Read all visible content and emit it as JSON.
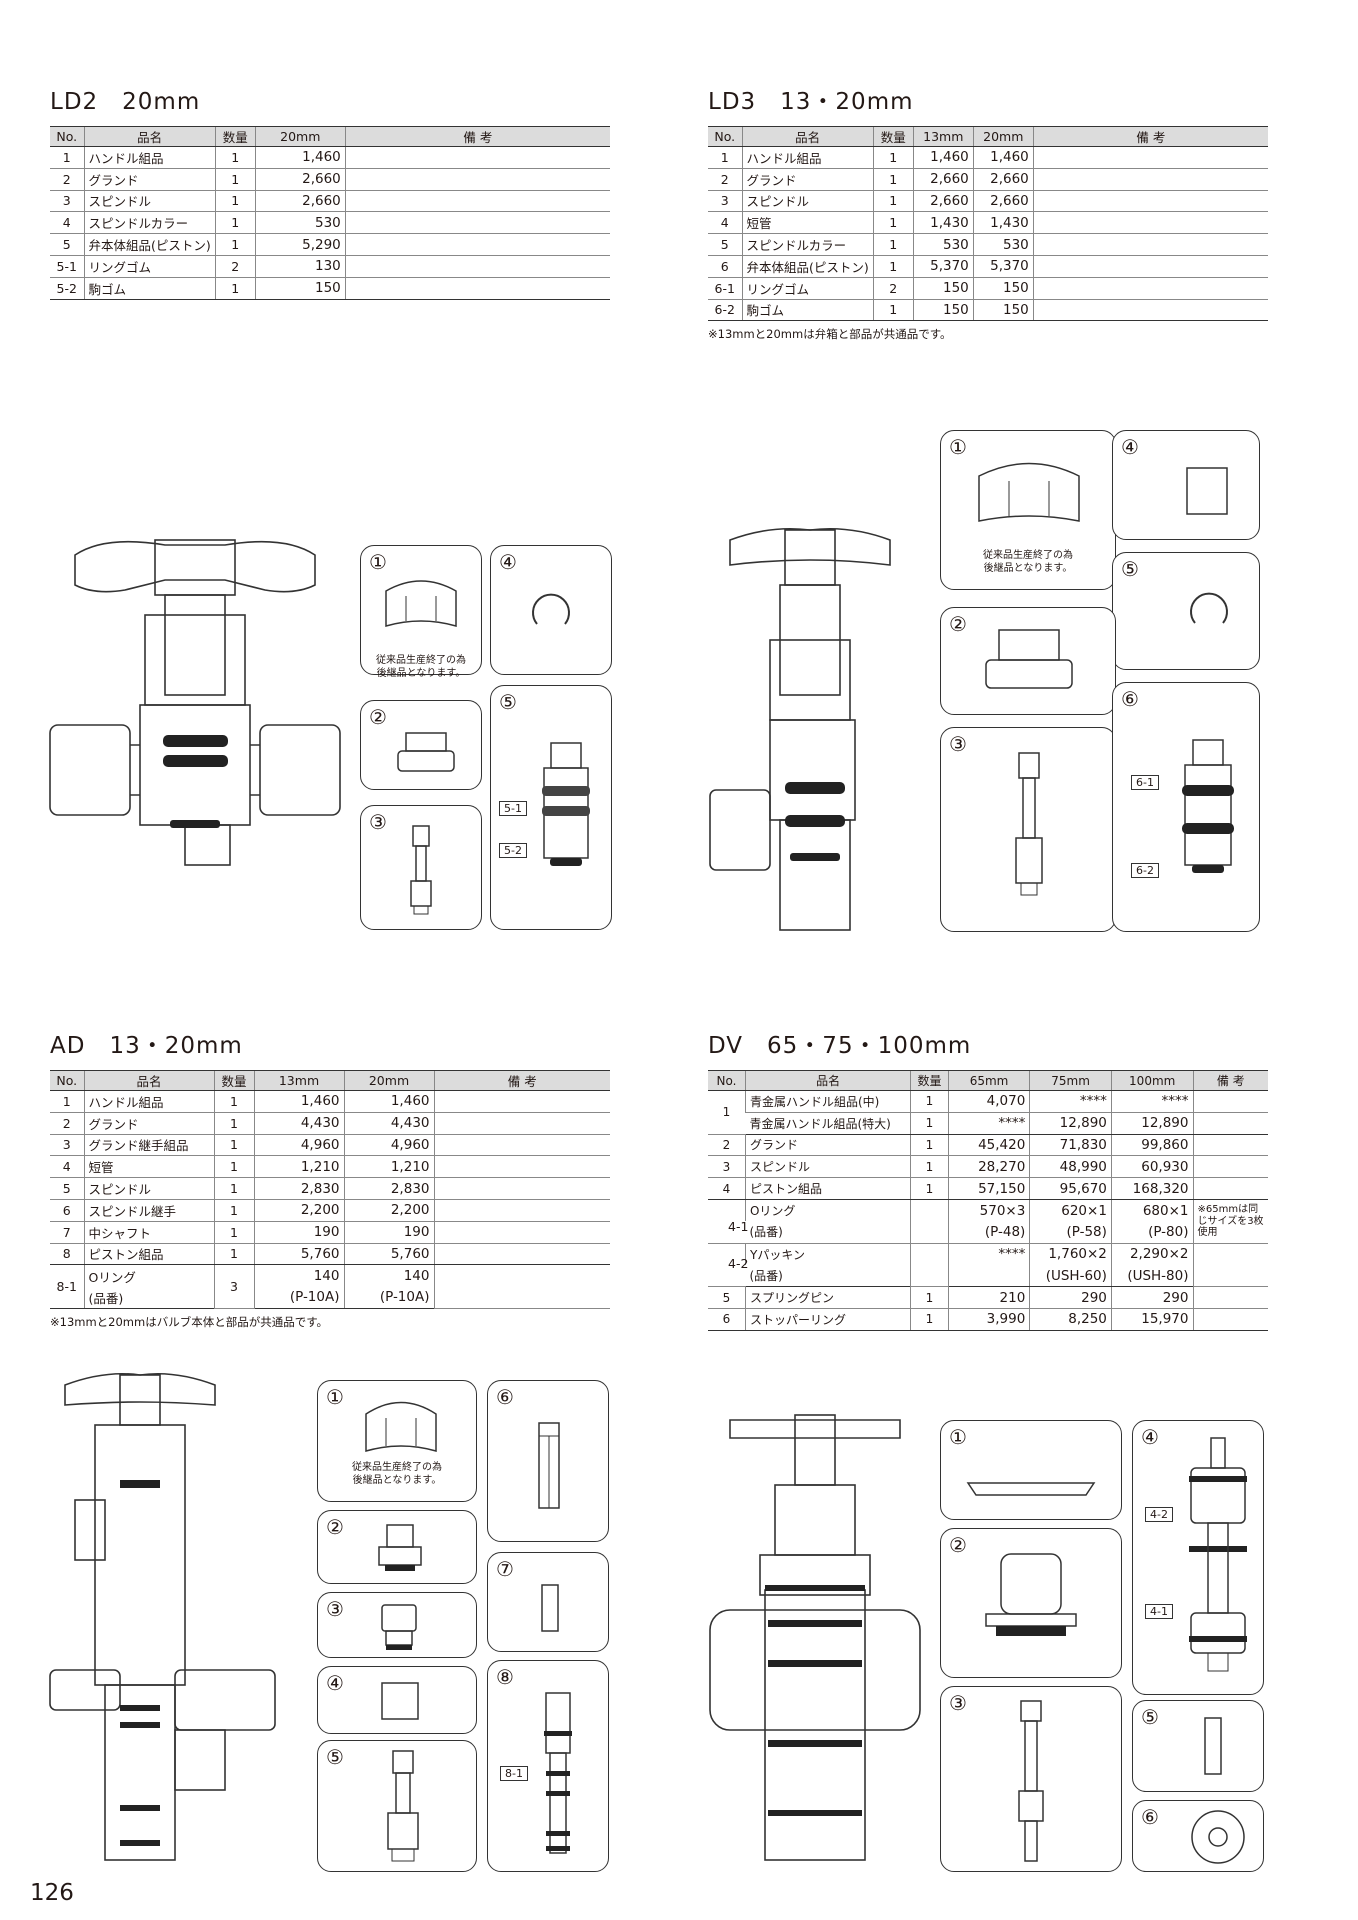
{
  "ld2": {
    "title": "LD2　20mm",
    "headers": [
      "No.",
      "品名",
      "数量",
      "20mm",
      "備 考"
    ],
    "rows": [
      [
        "1",
        "ハンドル組品",
        "1",
        "1,460",
        ""
      ],
      [
        "2",
        "グランド",
        "1",
        "2,660",
        ""
      ],
      [
        "3",
        "スピンドル",
        "1",
        "2,660",
        ""
      ],
      [
        "4",
        "スピンドルカラー",
        "1",
        "530",
        ""
      ],
      [
        "5",
        "弁本体組品(ピストン)",
        "1",
        "5,290",
        ""
      ],
      [
        "5-1",
        "リングゴム",
        "2",
        "130",
        ""
      ],
      [
        "5-2",
        "駒ゴム",
        "1",
        "150",
        ""
      ]
    ],
    "parts": {
      "p1": "①",
      "p2": "②",
      "p3": "③",
      "p4": "④",
      "p5": "⑤",
      "t51": "5-1",
      "t52": "5-2",
      "cap": "従来品生産終了の為\n後継品となります。"
    }
  },
  "ld3": {
    "title": "LD3　13・20mm",
    "headers": [
      "No.",
      "品名",
      "数量",
      "13mm",
      "20mm",
      "備 考"
    ],
    "rows": [
      [
        "1",
        "ハンドル組品",
        "1",
        "1,460",
        "1,460",
        ""
      ],
      [
        "2",
        "グランド",
        "1",
        "2,660",
        "2,660",
        ""
      ],
      [
        "3",
        "スピンドル",
        "1",
        "2,660",
        "2,660",
        ""
      ],
      [
        "4",
        "短管",
        "1",
        "1,430",
        "1,430",
        ""
      ],
      [
        "5",
        "スピンドルカラー",
        "1",
        "530",
        "530",
        ""
      ],
      [
        "6",
        "弁本体組品(ピストン)",
        "1",
        "5,370",
        "5,370",
        ""
      ],
      [
        "6-1",
        "リングゴム",
        "2",
        "150",
        "150",
        ""
      ],
      [
        "6-2",
        "駒ゴム",
        "1",
        "150",
        "150",
        ""
      ]
    ],
    "note": "※13mmと20mmは弁箱と部品が共通品です。",
    "parts": {
      "p1": "①",
      "p2": "②",
      "p3": "③",
      "p4": "④",
      "p5": "⑤",
      "p6": "⑥",
      "t61": "6-1",
      "t62": "6-2",
      "cap": "従来品生産終了の為\n後継品となります。"
    }
  },
  "ad": {
    "title": "AD　13・20mm",
    "headers": [
      "No.",
      "品名",
      "数量",
      "13mm",
      "20mm",
      "備 考"
    ],
    "rows": [
      [
        "1",
        "ハンドル組品",
        "1",
        "1,460",
        "1,460",
        ""
      ],
      [
        "2",
        "グランド",
        "1",
        "4,430",
        "4,430",
        ""
      ],
      [
        "3",
        "グランド継手組品",
        "1",
        "4,960",
        "4,960",
        ""
      ],
      [
        "4",
        "短管",
        "1",
        "1,210",
        "1,210",
        ""
      ],
      [
        "5",
        "スピンドル",
        "1",
        "2,830",
        "2,830",
        ""
      ],
      [
        "6",
        "スピンドル継手",
        "1",
        "2,200",
        "2,200",
        ""
      ],
      [
        "7",
        "中シャフト",
        "1",
        "190",
        "190",
        ""
      ],
      [
        "8",
        "ピストン組品",
        "1",
        "5,760",
        "5,760",
        ""
      ]
    ],
    "row81": {
      "no": "8-1",
      "name1": "Oリング",
      "name2": "(品番)",
      "qty": "3",
      "v13a": "140",
      "v13b": "(P-10A)",
      "v20a": "140",
      "v20b": "(P-10A)"
    },
    "note": "※13mmと20mmはバルブ本体と部品が共通品です。",
    "parts": {
      "p1": "①",
      "p2": "②",
      "p3": "③",
      "p4": "④",
      "p5": "⑤",
      "p6": "⑥",
      "p7": "⑦",
      "p8": "⑧",
      "t81": "8-1",
      "cap": "従来品生産終了の為\n後継品となります。"
    }
  },
  "dv": {
    "title": "DV　65・75・100mm",
    "headers": [
      "No.",
      "品名",
      "数量",
      "65mm",
      "75mm",
      "100mm",
      "備 考"
    ],
    "r1a": [
      "青金属ハンドル組品(中)",
      "1",
      "4,070",
      "****",
      "****"
    ],
    "r1b": [
      "青金属ハンドル組品(特大)",
      "1",
      "****",
      "12,890",
      "12,890"
    ],
    "rows": [
      [
        "2",
        "グランド",
        "1",
        "45,420",
        "71,830",
        "99,860"
      ],
      [
        "3",
        "スピンドル",
        "1",
        "28,270",
        "48,990",
        "60,930"
      ],
      [
        "4",
        "ピストン組品",
        "1",
        "57,150",
        "95,670",
        "168,320"
      ]
    ],
    "r41": {
      "no": "4-1",
      "n1": "Oリング",
      "n2": "(品番)",
      "a1": "570×3",
      "a2": "(P-48)",
      "b1": "620×1",
      "b2": "(P-58)",
      "c1": "680×1",
      "c2": "(P-80)",
      "remark": "※65mmは同じサイズを3枚使用"
    },
    "r42": {
      "no": "4-2",
      "n1": "Yパッキン",
      "n2": "(品番)",
      "a1": "****",
      "b1": "1,760×2",
      "b2": "(USH-60)",
      "c1": "2,290×2",
      "c2": "(USH-80)"
    },
    "rows2": [
      [
        "5",
        "スプリングピン",
        "1",
        "210",
        "290",
        "290"
      ],
      [
        "6",
        "ストッパーリング",
        "1",
        "3,990",
        "8,250",
        "15,970"
      ]
    ],
    "no1": "1",
    "parts": {
      "p1": "①",
      "p2": "②",
      "p3": "③",
      "p4": "④",
      "p5": "⑤",
      "p6": "⑥",
      "t41": "4-1",
      "t42": "4-2"
    }
  },
  "page": "126"
}
